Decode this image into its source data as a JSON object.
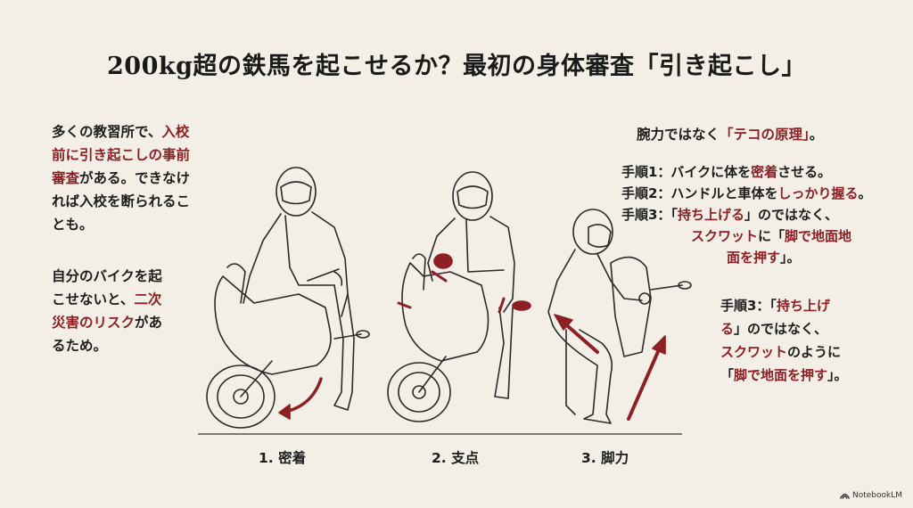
{
  "title": "200kg超の鉄馬を起こせるか？最初の身体審査「引き起こし」",
  "left_panel": {
    "para1": [
      {
        "text": "多くの教習所で、",
        "highlight": false
      },
      {
        "text": "入校前に引き起こしの事前審査",
        "highlight": true
      },
      {
        "text": "がある。できなければ入校を断られることも。",
        "highlight": false
      }
    ],
    "para1_lines": [
      [
        {
          "t": "多くの教習所で、",
          "r": false
        },
        {
          "t": "入校",
          "r": true
        }
      ],
      [
        {
          "t": "前に引き起こしの事前",
          "r": true
        }
      ],
      [
        {
          "t": "審査",
          "r": true
        },
        {
          "t": "がある。できなけ",
          "r": false
        }
      ],
      [
        {
          "t": "れば入校を断られるこ",
          "r": false
        }
      ],
      [
        {
          "t": "とも。",
          "r": false
        }
      ]
    ],
    "para2_lines": [
      [
        {
          "t": "自分のバイクを起",
          "r": false
        }
      ],
      [
        {
          "t": "こせないと、",
          "r": false
        },
        {
          "t": "二次",
          "r": true
        }
      ],
      [
        {
          "t": "災害のリスク",
          "r": true
        },
        {
          "t": "があ",
          "r": false
        }
      ],
      [
        {
          "t": "るため。",
          "r": false
        }
      ]
    ]
  },
  "right_panel": {
    "heading": [
      {
        "t": "腕力ではなく",
        "r": false
      },
      {
        "t": "「テコの原理」",
        "r": true
      },
      {
        "t": "。",
        "r": false
      }
    ],
    "steps": [
      [
        {
          "t": "手順1：バイクに体を",
          "r": false
        },
        {
          "t": "密着",
          "r": true
        },
        {
          "t": "させる。",
          "r": false
        }
      ],
      [
        {
          "t": "手順2：ハンドルと車体を",
          "r": false
        },
        {
          "t": "しっかり握る",
          "r": true
        },
        {
          "t": "。",
          "r": false
        }
      ],
      [
        {
          "t": "手順3：「",
          "r": false
        },
        {
          "t": "持ち上げる",
          "r": true
        },
        {
          "t": "」のではなく、",
          "r": false
        }
      ],
      [
        {
          "t": "スクワット",
          "r": true
        },
        {
          "t": "に「",
          "r": false
        },
        {
          "t": "脚で地面地",
          "r": true
        }
      ],
      [
        {
          "t": "面を押す",
          "r": true
        },
        {
          "t": "」。",
          "r": false
        }
      ]
    ],
    "step3_repeat": [
      [
        {
          "t": "手順3：「",
          "r": false
        },
        {
          "t": "持ち上げ",
          "r": true
        }
      ],
      [
        {
          "t": "る",
          "r": true
        },
        {
          "t": "」のではなく、",
          "r": false
        }
      ],
      [
        {
          "t": "スクワット",
          "r": true
        },
        {
          "t": "のように",
          "r": false
        }
      ],
      [
        {
          "t": "「",
          "r": false
        },
        {
          "t": "脚で地面を押す",
          "r": true
        },
        {
          "t": "」。",
          "r": false
        }
      ]
    ]
  },
  "illustrations": [
    {
      "caption": "1. 密着",
      "icon": "rider-hugging-bike-icon"
    },
    {
      "caption": "2. 支点",
      "icon": "rider-gripping-handlebar-icon"
    },
    {
      "caption": "3. 脚力",
      "icon": "rider-squat-lift-icon"
    }
  ],
  "brand": "NotebookLM",
  "colors": {
    "background": "#f3efe6",
    "text": "#1d1d1d",
    "accent_red": "#8e1f24",
    "line": "#2a2a2a"
  }
}
